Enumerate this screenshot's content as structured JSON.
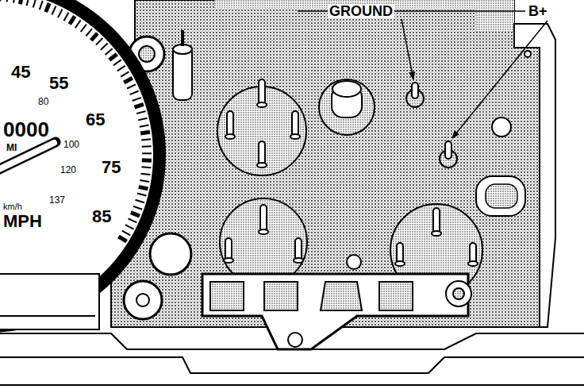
{
  "diagram": {
    "labels": [
      "GROUND",
      "B+",
      "45",
      "55",
      "65",
      "75",
      "85",
      "80",
      "100",
      "120",
      "137",
      "0000",
      "MI",
      "km/h",
      "MPH"
    ]
  }
}
